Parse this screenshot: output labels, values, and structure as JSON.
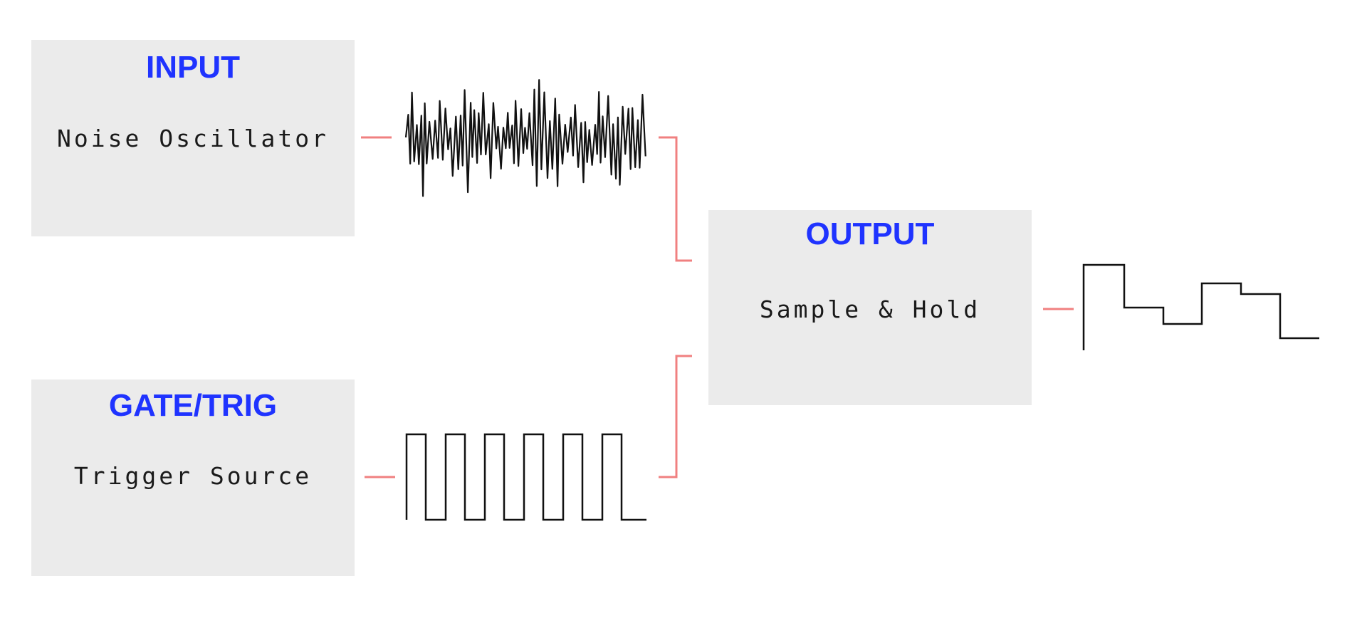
{
  "blocks": {
    "input": {
      "heading": "INPUT",
      "label": "Noise Oscillator"
    },
    "gate": {
      "heading": "GATE/TRIG",
      "label": "Trigger Source"
    },
    "output": {
      "heading": "OUTPUT",
      "label": "Sample & Hold"
    }
  },
  "colors": {
    "heading": "#1f33ff",
    "connector": "#f08080",
    "waveform": "#111111",
    "box_fill": "#ebebeb"
  },
  "waveforms": {
    "noise": "noise-waveform",
    "trigger": "square-pulse-waveform",
    "sampled": "stepped-waveform"
  }
}
